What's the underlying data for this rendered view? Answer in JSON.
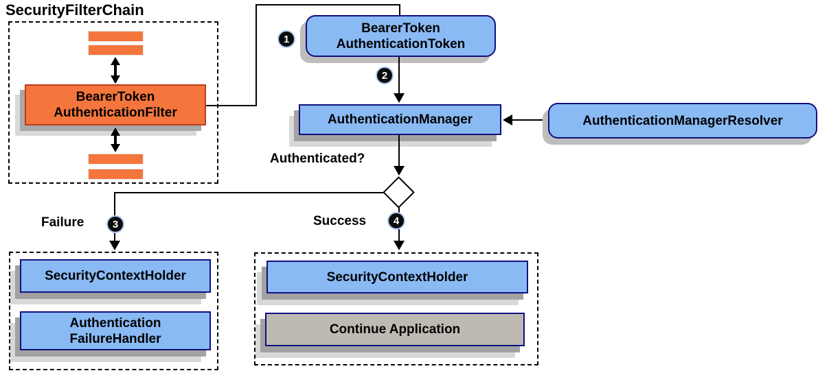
{
  "diagram": {
    "title": "SecurityFilterChain",
    "nodes": {
      "bearer_filter": {
        "line1": "BearerToken",
        "line2": "AuthenticationFilter"
      },
      "bearer_token": {
        "line1": "BearerToken",
        "line2": "AuthenticationToken"
      },
      "authentication_manager": {
        "label": "AuthenticationManager"
      },
      "authentication_manager_resolver": {
        "label": "AuthenticationManagerResolver"
      },
      "failure_security_context_holder": {
        "label": "SecurityContextHolder"
      },
      "authentication_failure_handler": {
        "line1": "Authentication",
        "line2": "FailureHandler"
      },
      "success_security_context_holder": {
        "label": "SecurityContextHolder"
      },
      "continue_application": {
        "label": "Continue Application"
      }
    },
    "labels": {
      "authenticated": "Authenticated?",
      "failure": "Failure",
      "success": "Success"
    },
    "badges": {
      "step1": "1",
      "step2": "2",
      "step3": "3",
      "step4": "4"
    },
    "colors": {
      "orange_fill": "#F4763D",
      "orange_border": "#BD3D1B",
      "blue_fill": "#8ABAF4",
      "blue_border": "#10107E",
      "gray_fill": "#BEBAB2",
      "shadow_dark": "#A2A2A2",
      "shadow_light": "#D8D8D8"
    }
  }
}
